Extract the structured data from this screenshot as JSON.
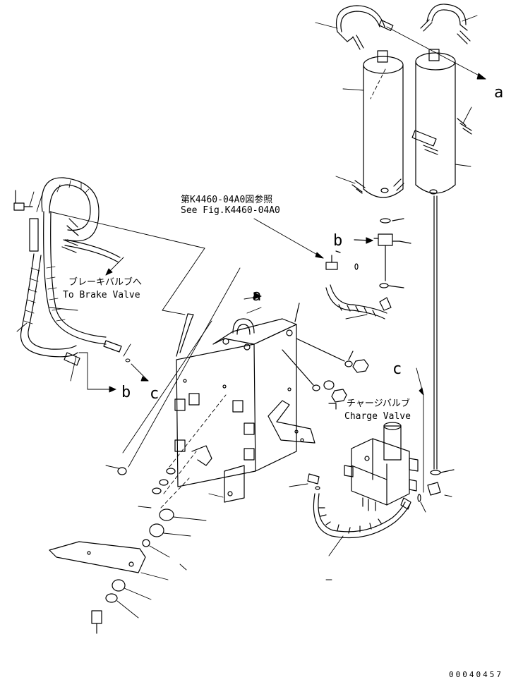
{
  "callouts": {
    "a_top": "a",
    "a_mid": "a",
    "b_left": "b",
    "b_mid": "b",
    "c_left": "c",
    "c_right": "c"
  },
  "notes": {
    "see_fig_jp": "第K4460-04A0図参照",
    "see_fig_en": "See Fig.K4460-04A0",
    "brake_jp": "ブレーキバルブへ",
    "brake_en": "To Brake Valve",
    "charge_jp": "チャージバルブ",
    "charge_en": "Charge Valve"
  },
  "figure_id": "00040457",
  "colors": {
    "ink": "#000000",
    "paper": "#ffffff"
  }
}
